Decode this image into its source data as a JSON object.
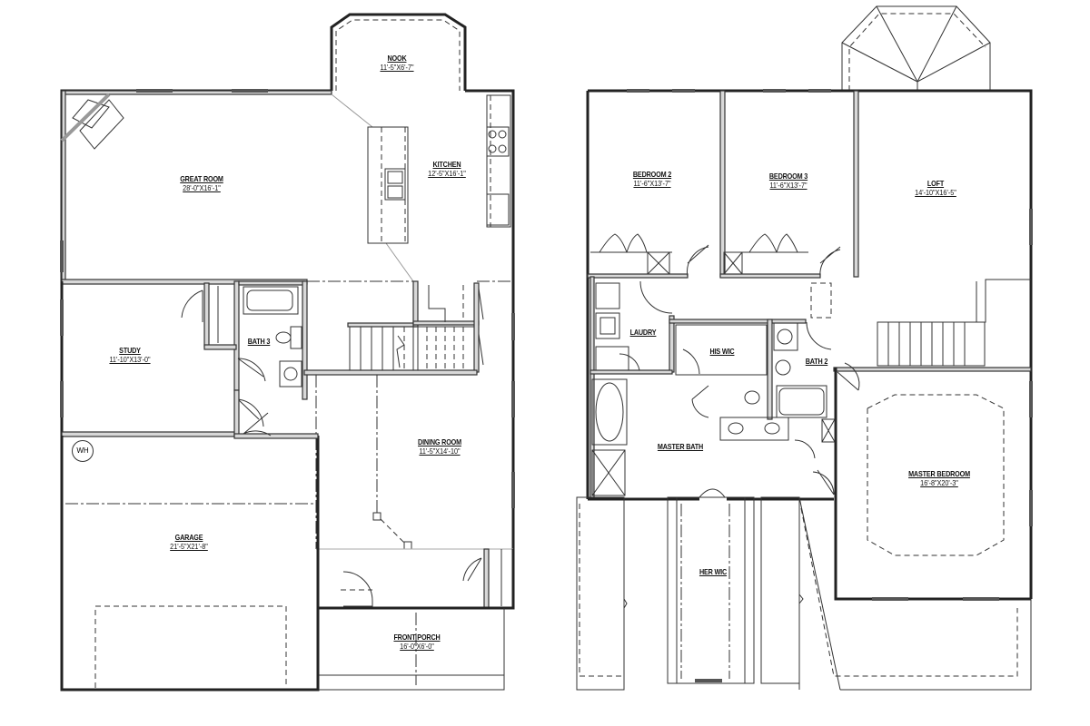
{
  "floor_plan": {
    "first_floor": {
      "rooms": [
        {
          "id": "nook",
          "name": "NOOK",
          "dims": "11'-5\"X6'-7\""
        },
        {
          "id": "great_room",
          "name": "GREAT ROOM",
          "dims": "28'-0\"X16'-1\""
        },
        {
          "id": "kitchen",
          "name": "KITCHEN",
          "dims": "12'-5\"X16'-1\""
        },
        {
          "id": "study",
          "name": "STUDY",
          "dims": "11'-10\"X13'-0\""
        },
        {
          "id": "bath3",
          "name": "BATH 3",
          "dims": ""
        },
        {
          "id": "dining_room",
          "name": "DINING ROOM",
          "dims": "11'-5\"X14'-10\""
        },
        {
          "id": "garage",
          "name": "GARAGE",
          "dims": "21'-5\"X21'-8\""
        },
        {
          "id": "front_porch",
          "name": "FRONT PORCH",
          "dims": "16'-0\"X6'-0\""
        }
      ],
      "fixtures": {
        "water_heater": "WH"
      }
    },
    "second_floor": {
      "rooms": [
        {
          "id": "bedroom2",
          "name": "BEDROOM 2",
          "dims": "11'-6\"X13'-7\""
        },
        {
          "id": "bedroom3",
          "name": "BEDROOM 3",
          "dims": "11'-6\"X13'-7\""
        },
        {
          "id": "loft",
          "name": "LOFT",
          "dims": "14'-10\"X16'-5\""
        },
        {
          "id": "laundry",
          "name": "LAUDRY",
          "dims": ""
        },
        {
          "id": "his_wic",
          "name": "HIS WIC",
          "dims": ""
        },
        {
          "id": "bath2",
          "name": "BATH 2",
          "dims": ""
        },
        {
          "id": "master_bath",
          "name": "MASTER BATH",
          "dims": ""
        },
        {
          "id": "master_bedroom",
          "name": "MASTER BEDROOM",
          "dims": "16'-8\"X20'-3\""
        },
        {
          "id": "her_wic",
          "name": "HER WIC",
          "dims": ""
        }
      ]
    }
  }
}
